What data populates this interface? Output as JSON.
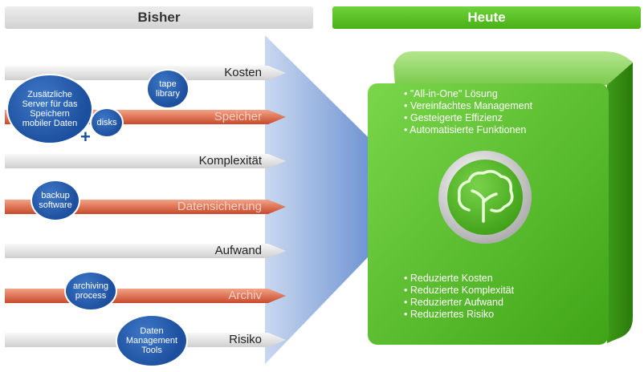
{
  "headers": {
    "left": "Bisher",
    "right": "Heute"
  },
  "rows": [
    {
      "label": "Kosten",
      "style": "grey"
    },
    {
      "label": "Speicher",
      "style": "red"
    },
    {
      "label": "Komplexität",
      "style": "grey"
    },
    {
      "label": "Datensicherung",
      "style": "red"
    },
    {
      "label": "Aufwand",
      "style": "grey"
    },
    {
      "label": "Archiv",
      "style": "red"
    },
    {
      "label": "Risiko",
      "style": "grey"
    }
  ],
  "bubbles": {
    "server": "Zusätzliche Server für das Speichern mobiler Daten",
    "tape": "tape library",
    "disks": "disks",
    "plus": "+",
    "backup": "backup software",
    "archiving": "archiving process",
    "daten": "Daten Management Tools"
  },
  "top_list": [
    "\"All-in-One\" Lösung",
    "Vereinfachtes Management",
    "Gesteigerte Effizienz",
    "Automatisierte Funktionen"
  ],
  "bottom_list": [
    "Reduzierte Kosten",
    "Reduzierte Komplexität",
    "Reduzierter Aufwand",
    "Reduziertes Risiko"
  ],
  "colors": {
    "grey_arrow": "#dcdcdc",
    "red_arrow": "#e06a4a",
    "blue_bubble": "#1c4f9e",
    "green": "#5cc52a"
  },
  "icons": {
    "center_logo": "tree-icon"
  }
}
